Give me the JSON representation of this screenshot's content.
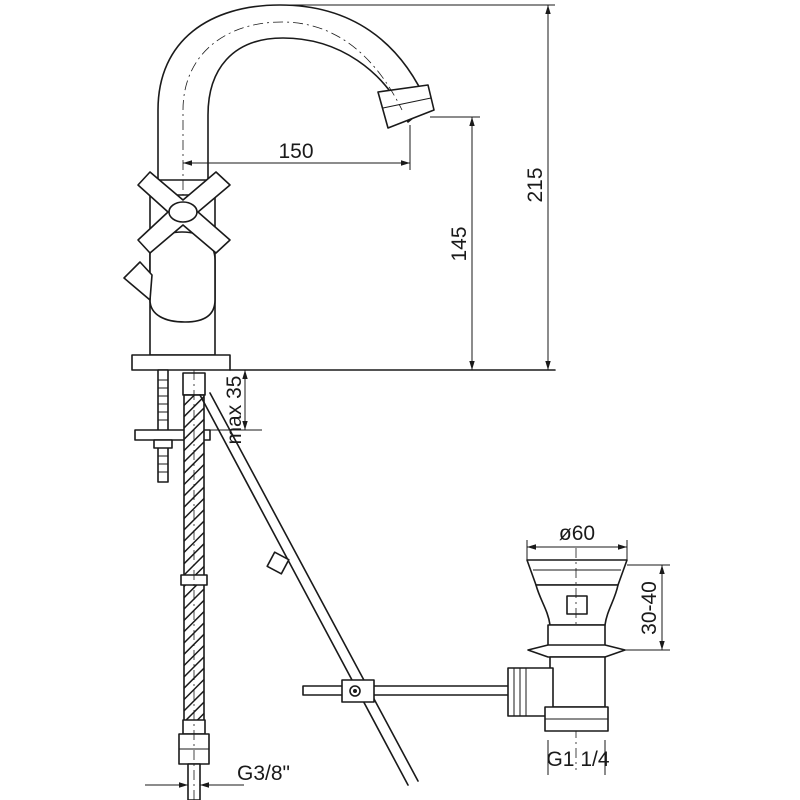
{
  "dimensions": {
    "spout_reach": "150",
    "spout_height": "145",
    "total_height": "215",
    "deck_thickness": "max 35",
    "waste_diameter": "ø60",
    "waste_adjust": "30-40",
    "hose_thread": "G3/8\"",
    "waste_thread": "G1 1/4"
  }
}
